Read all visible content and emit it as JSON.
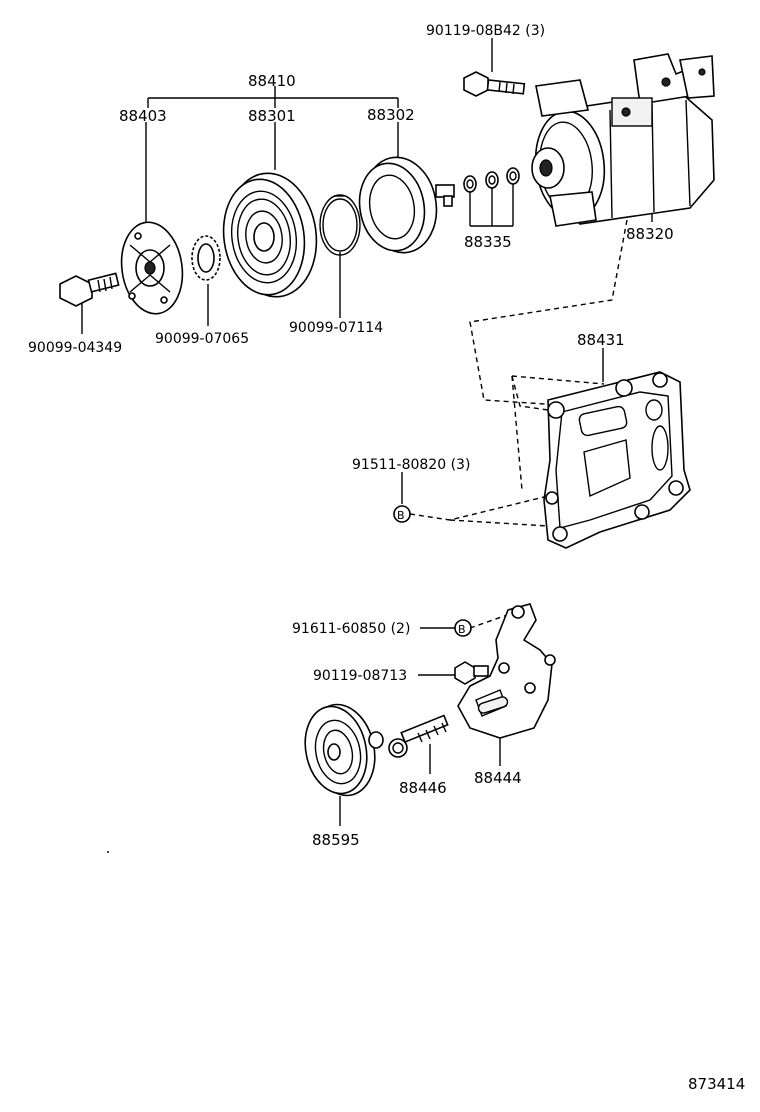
{
  "labels": {
    "p90119_08b42": "90119-08B42 (3)",
    "p88410": "88410",
    "p88403": "88403",
    "p88301": "88301",
    "p88302": "88302",
    "p88335": "88335",
    "p88320": "88320",
    "p90099_04349": "90099-04349",
    "p90099_07065": "90099-07065",
    "p90099_07114": "90099-07114",
    "p88431": "88431",
    "p91511_80820": "91511-80820 (3)",
    "mark_b1": "B",
    "p91611_60850": "91611-60850 (2)",
    "mark_b2": "B",
    "p90119_08713": "90119-08713",
    "p88446": "88446",
    "p88444": "88444",
    "p88595": "88595",
    "diagram_id": "873414"
  }
}
